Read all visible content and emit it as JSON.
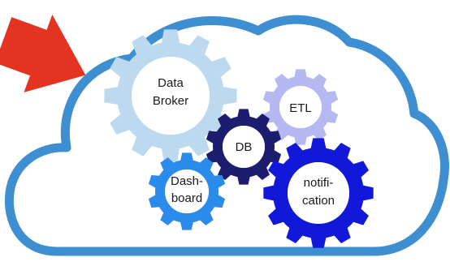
{
  "colors": {
    "cloud_outline": "#3d8fd1",
    "cloud_fill": "#ffffff",
    "arrow": "#e43321",
    "gear_data_broker": "#bcd9ef",
    "gear_etl": "#b6b8f2",
    "gear_db": "#1c1d6e",
    "gear_dashboard": "#2a8bea",
    "gear_notification": "#1218d8"
  },
  "gears": [
    {
      "id": "data-broker",
      "lines": [
        "Data",
        "Broker"
      ],
      "color_key": "gear_data_broker"
    },
    {
      "id": "etl",
      "lines": [
        "ETL"
      ],
      "color_key": "gear_etl"
    },
    {
      "id": "db",
      "lines": [
        "DB"
      ],
      "color_key": "gear_db"
    },
    {
      "id": "dashboard",
      "lines": [
        "Dash-",
        "board"
      ],
      "color_key": "gear_dashboard"
    },
    {
      "id": "notification",
      "lines": [
        "notifi-",
        "cation"
      ],
      "color_key": "gear_notification"
    }
  ]
}
